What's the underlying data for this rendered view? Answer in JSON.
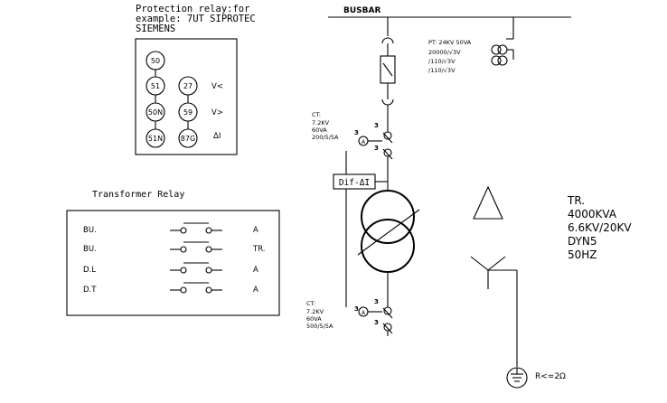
{
  "protection_relay": {
    "title_line1": "Protection relay:for",
    "title_line2": "example: 7UT SIPROTEC",
    "title_line3": "SIEMENS",
    "codes": [
      "50",
      "51",
      "50N",
      "51N",
      "27",
      "59",
      "87G"
    ],
    "side_labels": [
      "V<",
      "V>",
      "ΔI"
    ]
  },
  "transformer_relay": {
    "title": "Transformer Relay",
    "rows": [
      {
        "left": "BU.",
        "right": "A"
      },
      {
        "left": "BU.",
        "right": "TR."
      },
      {
        "left": "D.L",
        "right": "A"
      },
      {
        "left": "D.T",
        "right": "A"
      }
    ]
  },
  "busbar": {
    "label": "BUSBAR"
  },
  "pt": {
    "line1": "PT: 24KV 50VA",
    "line2": "20000/√3V",
    "line3": "/110/√3V",
    "line4": "/110/√3V"
  },
  "ct_top": {
    "line1": "CT:",
    "line2": "7.2KV",
    "line3": "60VA",
    "line4": "200/5/5A",
    "meter": "A",
    "num1": "3",
    "num2": "3",
    "num3": "3"
  },
  "ct_bottom": {
    "line1": "CT:",
    "line2": "7.2KV",
    "line3": "60VA",
    "line4": "500/5/5A",
    "meter": "A",
    "num1": "3",
    "num2": "3",
    "num3": "3"
  },
  "differential": {
    "label": "Dif-ΔI"
  },
  "transformer": {
    "line1": "TR.",
    "line2": "4000KVA",
    "line3": "6.6KV/20KV",
    "line4": "DYN5",
    "line5": "50HZ"
  },
  "ground": {
    "label": "R<=2Ω"
  }
}
